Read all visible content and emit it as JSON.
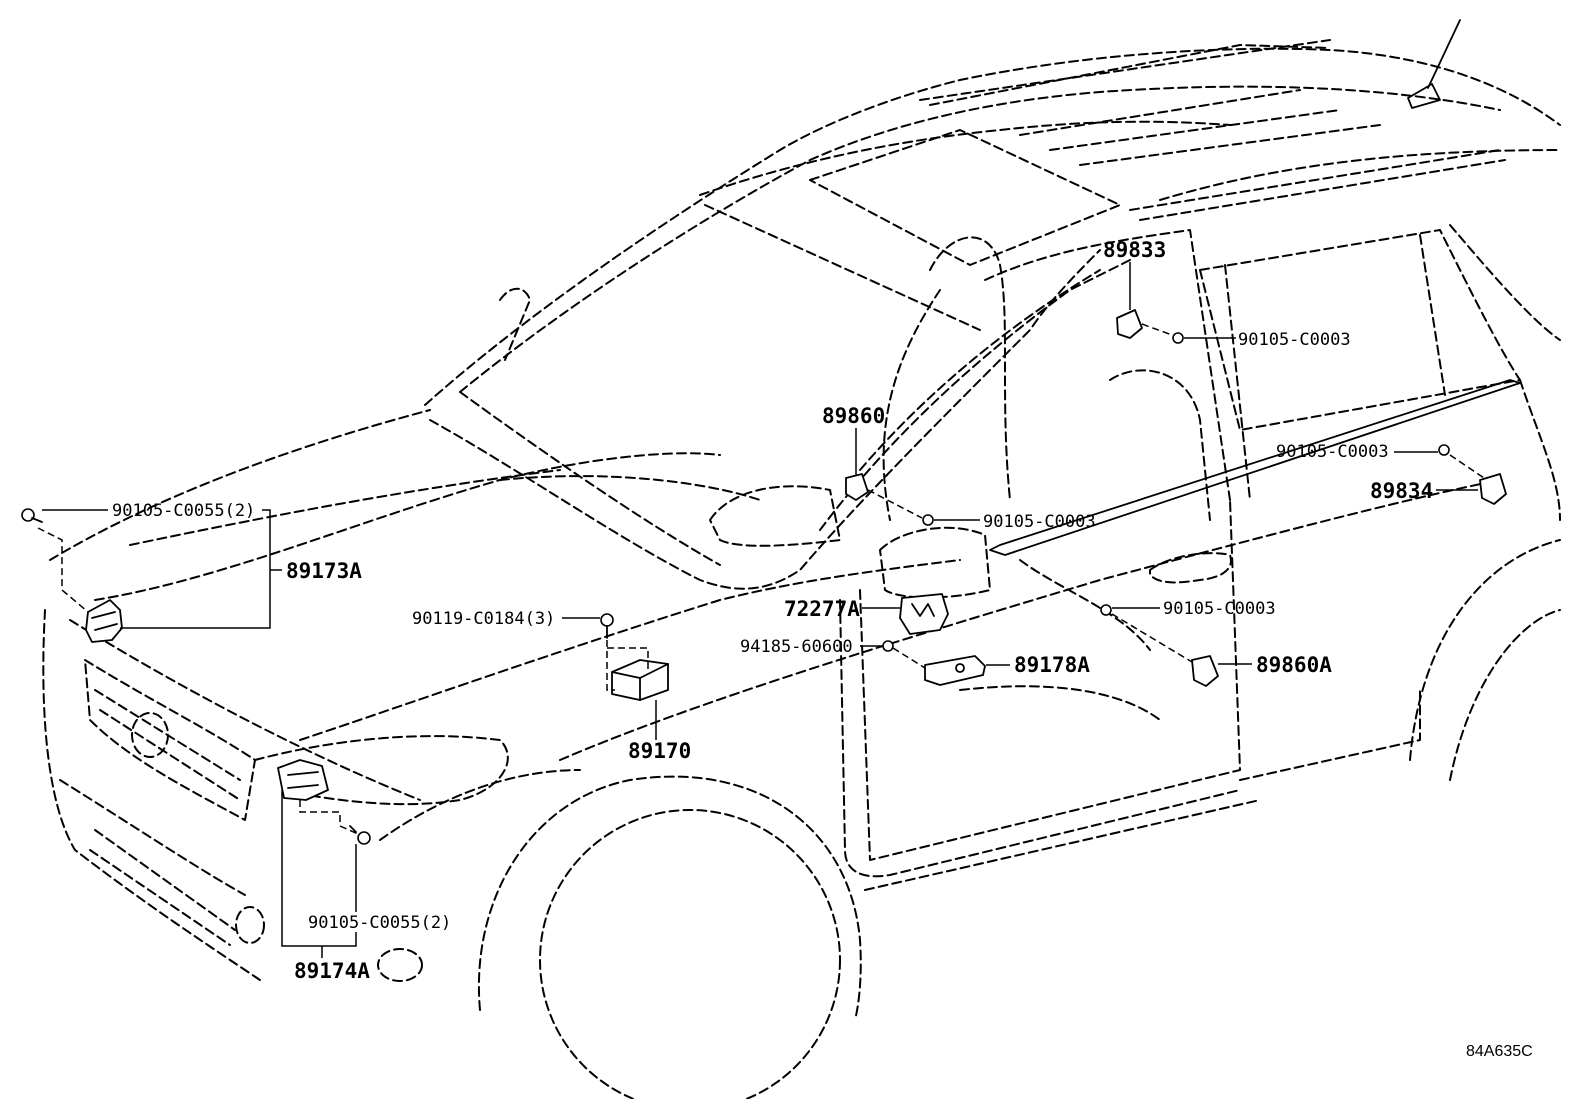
{
  "labels": {
    "p89833": "89833",
    "p90105_c0003_a": "90105-C0003",
    "p89860": "89860",
    "p90105_c0003_b": "90105-C0003",
    "p89834": "89834",
    "p90105_c0003_c": "90105-C0003",
    "p90105_c0055_top": "90105-C0055(2)",
    "p89173a": "89173A",
    "p90119_c0184": "90119-C0184(3)",
    "p72277a": "72277A",
    "p94185_60600": "94185-60600",
    "p89178a": "89178A",
    "p90105_c0003_d": "90105-C0003",
    "p89860a": "89860A",
    "p89170": "89170",
    "p90105_c0055_bottom": "90105-C0055(2)",
    "p89174a": "89174A"
  },
  "diagram_code": "84A635C"
}
